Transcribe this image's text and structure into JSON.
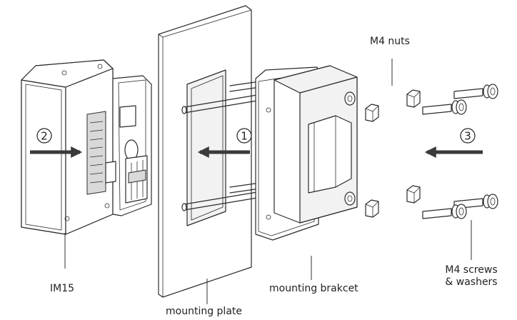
{
  "labels": {
    "nuts": "M4 nuts",
    "device": "IM15",
    "plate": "mounting plate",
    "bracket": "mounting brakcet",
    "screws_line1": "M4 screws",
    "screws_line2": "& washers"
  },
  "steps": [
    {
      "number": "1",
      "symbol": "①"
    },
    {
      "number": "2",
      "symbol": "②"
    },
    {
      "number": "3",
      "symbol": "③"
    }
  ],
  "colors": {
    "line": "#2b2b2b",
    "arrow": "#3a3a3a"
  }
}
